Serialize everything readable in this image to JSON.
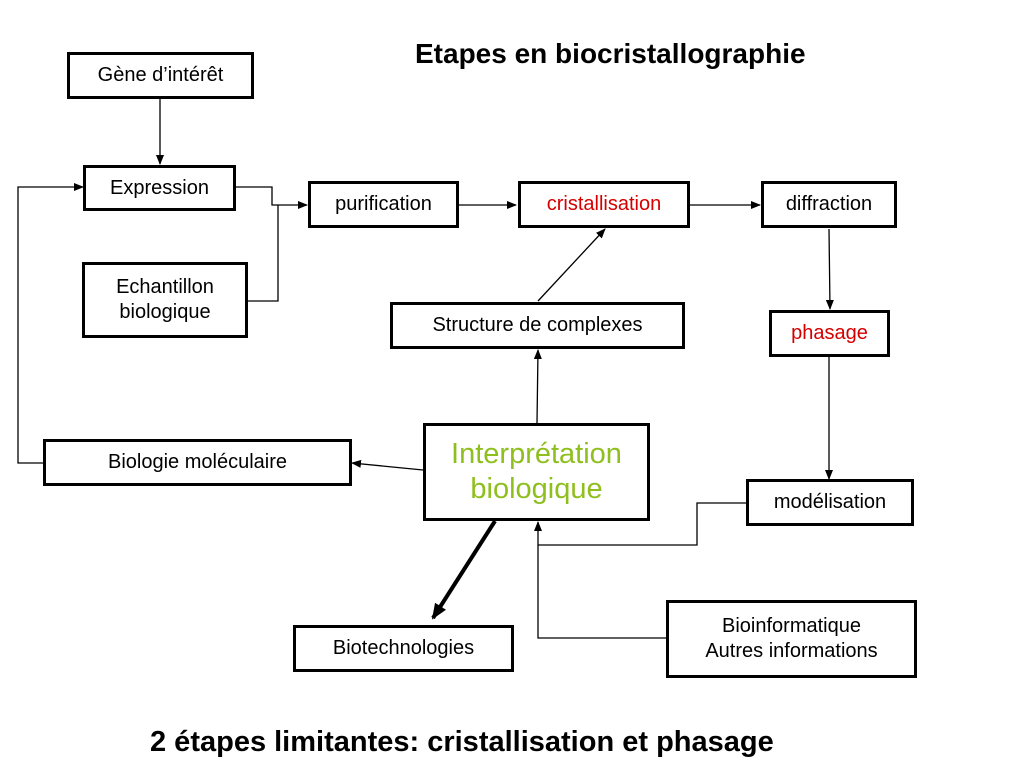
{
  "title": "Etapes en biocristallographie",
  "footer": "2 étapes limitantes: cristallisation et phasage",
  "colors": {
    "text": "#000000",
    "highlight_red": "#d40000",
    "highlight_green": "#8fbf1f"
  },
  "nodes": {
    "gene": {
      "label": "Gène d’intérêt"
    },
    "expression": {
      "label": "Expression"
    },
    "echantillon": {
      "line1": "Echantillon",
      "line2": "biologique"
    },
    "purification": {
      "label": "purification"
    },
    "cristallisation": {
      "label": "cristallisation"
    },
    "diffraction": {
      "label": "diffraction"
    },
    "structure": {
      "label": "Structure de complexes"
    },
    "phasage": {
      "label": "phasage"
    },
    "biologie": {
      "label": "Biologie moléculaire"
    },
    "interpretation": {
      "line1": "Interprétation",
      "line2": "biologique"
    },
    "modelisation": {
      "label": "modélisation"
    },
    "biotechnologies": {
      "label": "Biotechnologies"
    },
    "bioinformatique": {
      "line1": "Bioinformatique",
      "line2": "Autres informations"
    }
  }
}
